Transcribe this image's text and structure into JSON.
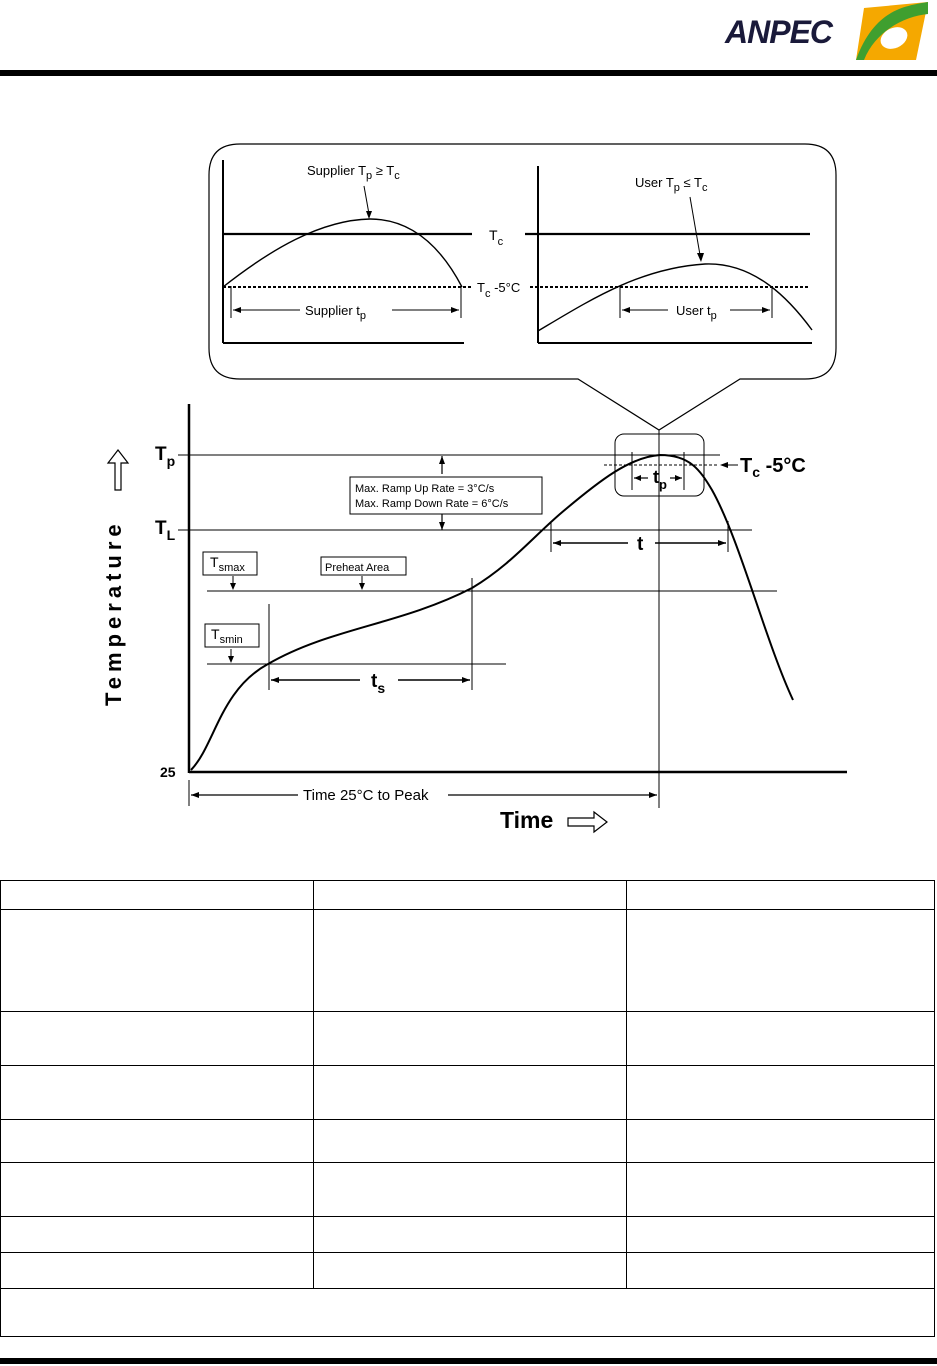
{
  "header": {
    "logo_text": "ANPEC"
  },
  "diagram": {
    "inset_left": {
      "label_prefix": "Supplier T",
      "label_sub": "p",
      "label_rel": " ≥ T",
      "label_sub2": "c",
      "span_label": "Supplier t",
      "span_sub": "p"
    },
    "inset_right": {
      "label_prefix": "User T",
      "label_sub": "p",
      "label_rel": " ≤ T",
      "label_sub2": "c",
      "span_label": "User t",
      "span_sub": "p"
    },
    "tc_label": "T",
    "tc_sub": "c",
    "tc5_label": "T",
    "tc5_sub": "c",
    "tc5_suffix": " -5°C",
    "main_tc5_label": "T",
    "main_tc5_sub": "c",
    "main_tc5_suffix": " -5°C",
    "tp_label": "T",
    "tp_sub": "p",
    "tl_label": "T",
    "tl_sub": "L",
    "tsmax_label": "T",
    "tsmax_sub": "smax",
    "tsmin_label": "T",
    "tsmin_sub": "smin",
    "preheat_label": "Preheat Area",
    "ramp_up": "Max. Ramp Up Rate = 3°C/s",
    "ramp_down": "Max. Ramp Down Rate = 6°C/s",
    "ts_label": "t",
    "ts_sub": "s",
    "t_label": "t",
    "tp_small_label": "t",
    "tp_small_sub": "p",
    "y_axis_label": "Temperature",
    "y_origin_label": "25",
    "time_to_peak": "Time 25°C to Peak",
    "x_axis_label": "Time"
  },
  "table": {
    "columns": 3,
    "row_count": 8
  }
}
